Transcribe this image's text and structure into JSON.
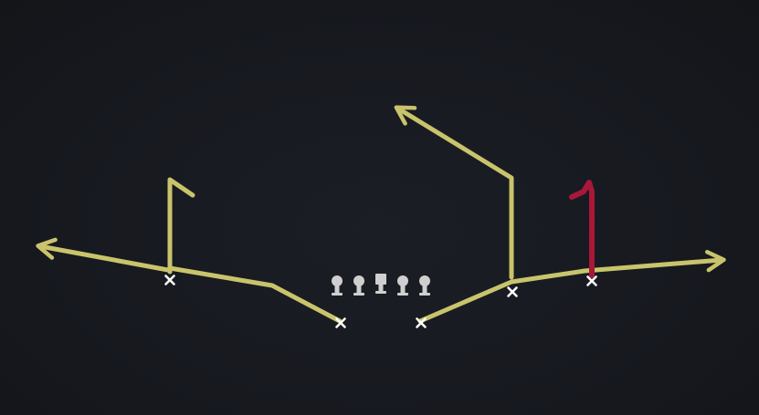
{
  "diagram": {
    "background_color": "#181a20",
    "route_color": "#c9c46b",
    "highlight_route_color": "#a8183a",
    "receiver_marker_color": "#ffffff",
    "lineman_color": "#cfcfcf",
    "receiver_marker_icon": "x-mark-icon",
    "lineman_icon": "lineman-icon",
    "center_icon": "center-icon",
    "receivers": [
      {
        "id": "far-left-receiver",
        "route": "flag"
      },
      {
        "id": "left-slot-receiver",
        "route": "flat-left"
      },
      {
        "id": "right-slot-receiver",
        "route": "corner"
      },
      {
        "id": "right-inside-receiver",
        "route": "flat-right"
      },
      {
        "id": "far-right-receiver",
        "route": "option-highlighted"
      }
    ],
    "offensive_line": [
      "lineman",
      "lineman",
      "center",
      "lineman",
      "lineman"
    ]
  }
}
